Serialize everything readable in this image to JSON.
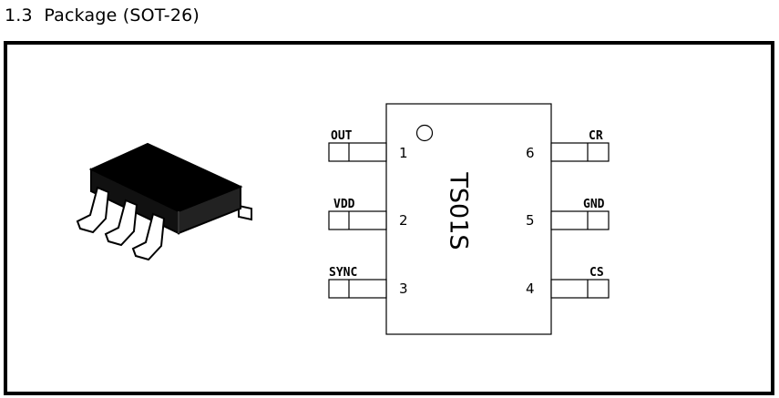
{
  "section": {
    "number": "1.3",
    "title": "Package (SOT-26)"
  },
  "chip": {
    "marking": "TS01S"
  },
  "pins": [
    {
      "number": "1",
      "name": "OUT"
    },
    {
      "number": "2",
      "name": "VDD"
    },
    {
      "number": "3",
      "name": "SYNC"
    },
    {
      "number": "4",
      "name": "CS"
    },
    {
      "number": "5",
      "name": "GND"
    },
    {
      "number": "6",
      "name": "CR"
    }
  ]
}
